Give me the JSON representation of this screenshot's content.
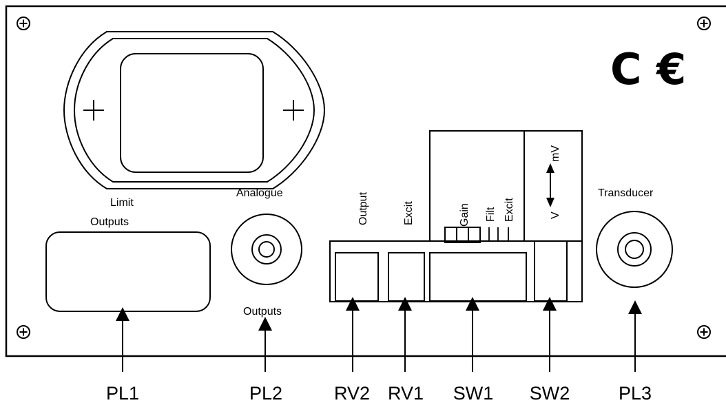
{
  "panel": {
    "ce_mark": "C €",
    "connectors": {
      "limit_outputs_line1": "Limit",
      "limit_outputs_line2": "Outputs",
      "analogue": "Analogue",
      "outputs": "Outputs",
      "transducer": "Transducer"
    },
    "switch_labels": {
      "output": "Output",
      "excit": "Excit",
      "gain": "Gain",
      "filt": "Filt",
      "excit2": "Excit",
      "mv": "mV",
      "v": "V"
    }
  },
  "callouts": {
    "pl1": "PL1",
    "pl2": "PL2",
    "rv2": "RV2",
    "rv1": "RV1",
    "sw1": "SW1",
    "sw2": "SW2",
    "pl3": "PL3"
  },
  "icons": [
    "screw-icon",
    "ce-mark-icon",
    "arrow-up-icon",
    "double-arrow-icon"
  ]
}
